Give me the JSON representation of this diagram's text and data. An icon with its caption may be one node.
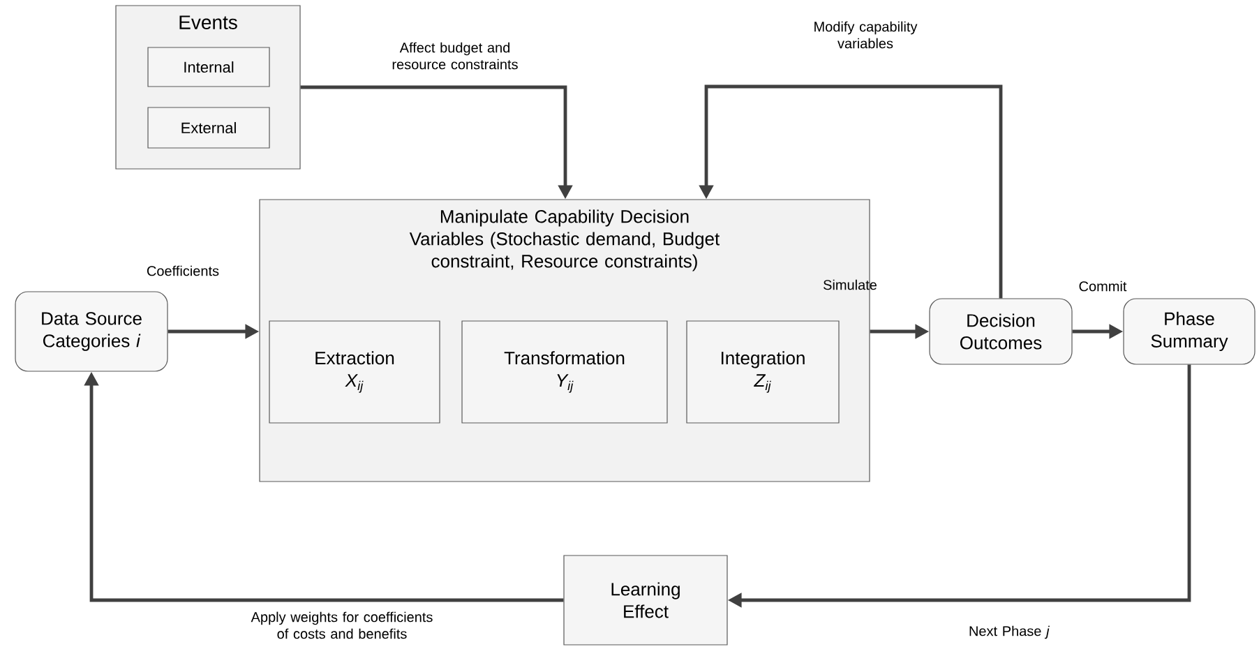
{
  "diagram": {
    "nodes": [
      {
        "text": [
          "Events"
        ]
      },
      {
        "text": [
          "Internal"
        ],
        "in": 0
      },
      {
        "text": [
          "External"
        ],
        "in": 0
      },
      {
        "text": [
          "Manipulate Capability Decision Variables (Stochastic demand, Budget constraint, Resource constraints)"
        ]
      },
      {
        "text": [
          "Extraction",
          "X$_{ij}$"
        ],
        "in": 3
      },
      {
        "text": [
          "Transformation",
          "Y$_{ij}$"
        ],
        "in": 3
      },
      {
        "text": [
          "Integration",
          "Z$_{ij}$"
        ],
        "in": 3
      },
      {
        "text": [
          "Data Source Categories *i*"
        ]
      },
      {
        "text": [
          "Decision Outcomes"
        ]
      },
      {
        "text": [
          "Phase Summary"
        ]
      },
      {
        "text": [
          "Learning Effect"
        ]
      }
    ],
    "edges": [
      {
        "from": 0,
        "to": 3,
        "arrow": "to",
        "label": "Affect budget and resource constraints"
      },
      {
        "from": 8,
        "to": 3,
        "arrow": "to",
        "label": "Modify capability variables"
      },
      {
        "from": 7,
        "to": 3,
        "arrow": "to",
        "label": "Coefficients"
      },
      {
        "from": 3,
        "to": 8,
        "arrow": "to",
        "label": "Simulate"
      },
      {
        "from": 8,
        "to": 9,
        "arrow": "to",
        "label": "Commit"
      },
      {
        "from": 9,
        "to": 10,
        "arrow": "to",
        "label": "Next Phase *j*"
      },
      {
        "from": 10,
        "to": 7,
        "arrow": "to",
        "label": "Apply weights for coefficients of costs and benefits"
      }
    ]
  }
}
